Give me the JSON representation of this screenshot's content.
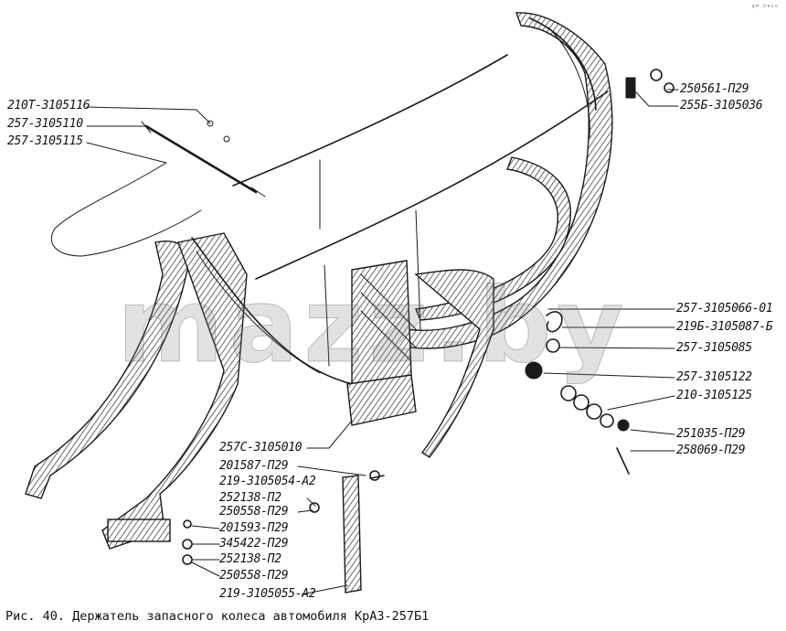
{
  "watermark": "mazz.by",
  "corner_mark": "ᵍᴹ ᵇᵃˢᵉ",
  "caption": "Рис. 40. Держатель запасного колеса автомобиля КрАЗ-257Б1",
  "part_labels": [
    "210Т-3105116",
    "257-3105110",
    "257-3105115",
    "250561-П29",
    "255Б-3105036",
    "257-3105066-01",
    "219Б-3105087-Б",
    "257-3105085",
    "257-3105122",
    "210-3105125",
    "251035-П29",
    "258069-П29",
    "257С-3105010",
    "201587-П29",
    "219-3105054-А2",
    "252138-П2",
    "250558-П29",
    "201593-П29",
    "345422-П29",
    "252138-П2",
    "250558-П29",
    "219-3105055-А2"
  ]
}
